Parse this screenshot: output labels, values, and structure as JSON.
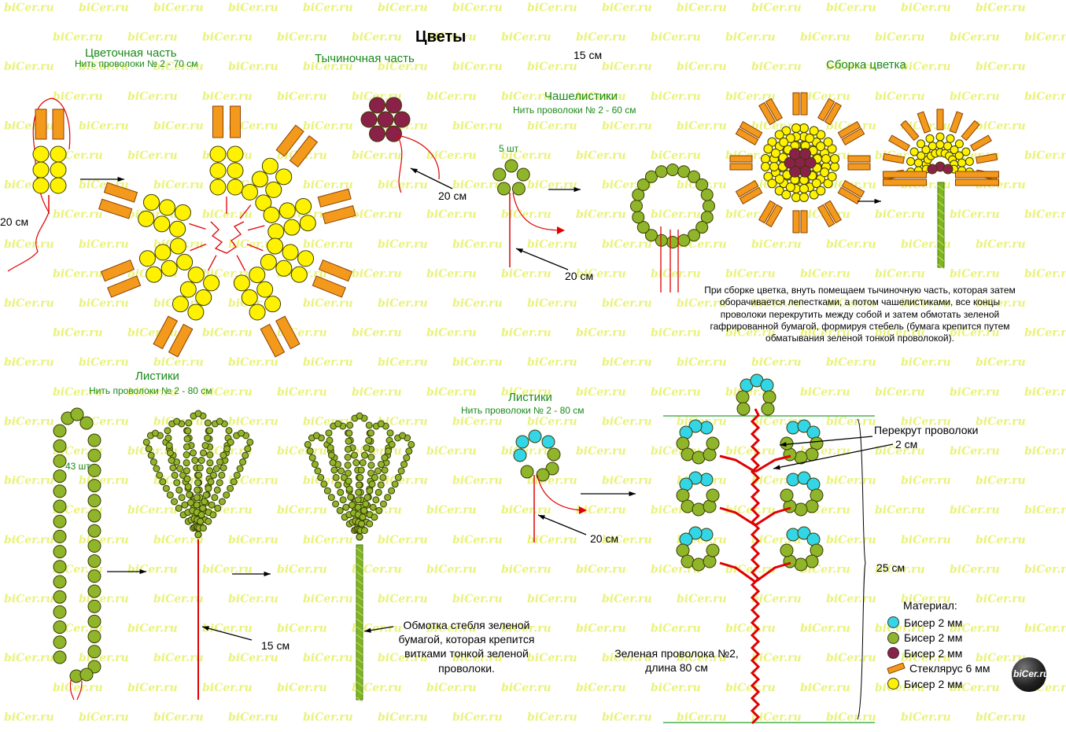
{
  "watermark": "biCer.ru",
  "title": "Цветы",
  "flower": {
    "title": "Цветочная часть",
    "wire": "Нить проволоки № 2 - 70 см",
    "wire_len": "20 см"
  },
  "stamen": {
    "title": "Тычиночная часть",
    "wire_len": "20 см"
  },
  "sepals": {
    "top_len": "15 см",
    "title": "Чашелистики",
    "wire": "Нить проволоки № 2 - 60 см",
    "count": "5 шт",
    "wire_len": "20 см"
  },
  "assembly": {
    "title": "Сборка цветка",
    "text": "При сборке цветка, внуть помещаем тычиночную часть, которая затем оборачивается лепестками, а потом чашелистиками, все концы проволоки перекрутить между собой и затем обмотать зеленой гафрированной бумагой, формируя стебель (бумага крепится путем обматывания зеленой тонкой проволокой)."
  },
  "leaves1": {
    "title": "Листики",
    "wire": "Нить проволоки № 2 - 80 см",
    "count": "43 шт",
    "len": "15 см",
    "wrap_note": "Обмотка стебля зеленой бумагой, которая крепится витками тонкой зеленой проволоки."
  },
  "leaves2": {
    "title": "Листики",
    "wire": "Нить проволоки № 2 - 80 см",
    "len": "20 см"
  },
  "branch": {
    "twist": "Перекрут проволоки",
    "twist_len": "2 см",
    "total_len": "25 см",
    "wire_note": "Зеленая проволока №2, длина 80 см"
  },
  "legend": {
    "title": "Материал:",
    "items": [
      {
        "label": "Бисер 2 мм",
        "color": "#33d6e6",
        "kind": "bead"
      },
      {
        "label": "Бисер 2 мм",
        "color": "#8fb52a",
        "kind": "bead"
      },
      {
        "label": "Бисер 2 мм",
        "color": "#8a2148",
        "kind": "bead"
      },
      {
        "label": "Стеклярус 6 мм",
        "color": "#f39a1c",
        "kind": "bugle"
      },
      {
        "label": "Бисер 2 мм",
        "color": "#fff200",
        "kind": "bead"
      }
    ]
  },
  "colors": {
    "cyan": "#33d6e6",
    "green_bead": "#8fb52a",
    "purple": "#8a2148",
    "orange": "#f39a1c",
    "yellow": "#fff200",
    "wire_red": "#e00000",
    "stem_green": "#7fb51f",
    "watermark": "#e9f27a"
  }
}
